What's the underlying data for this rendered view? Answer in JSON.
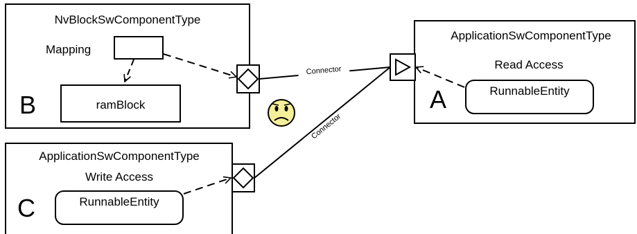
{
  "component_b": {
    "title": "NvBlockSwComponentType",
    "mapping_label": "Mapping",
    "block_label": "ramBlock",
    "letter": "B"
  },
  "component_a": {
    "title": "ApplicationSwComponentType",
    "access_label": "Read Access",
    "runnable_label": "RunnableEntity",
    "letter": "A"
  },
  "component_c": {
    "title": "ApplicationSwComponentType",
    "access_label": "Write Access",
    "runnable_label": "RunnableEntity",
    "letter": "C"
  },
  "connectors": {
    "top_label": "Connector",
    "diagonal_label": "Connector"
  },
  "emoji": {
    "name": "sad-face-icon",
    "face_color": "#f5ef9a"
  }
}
